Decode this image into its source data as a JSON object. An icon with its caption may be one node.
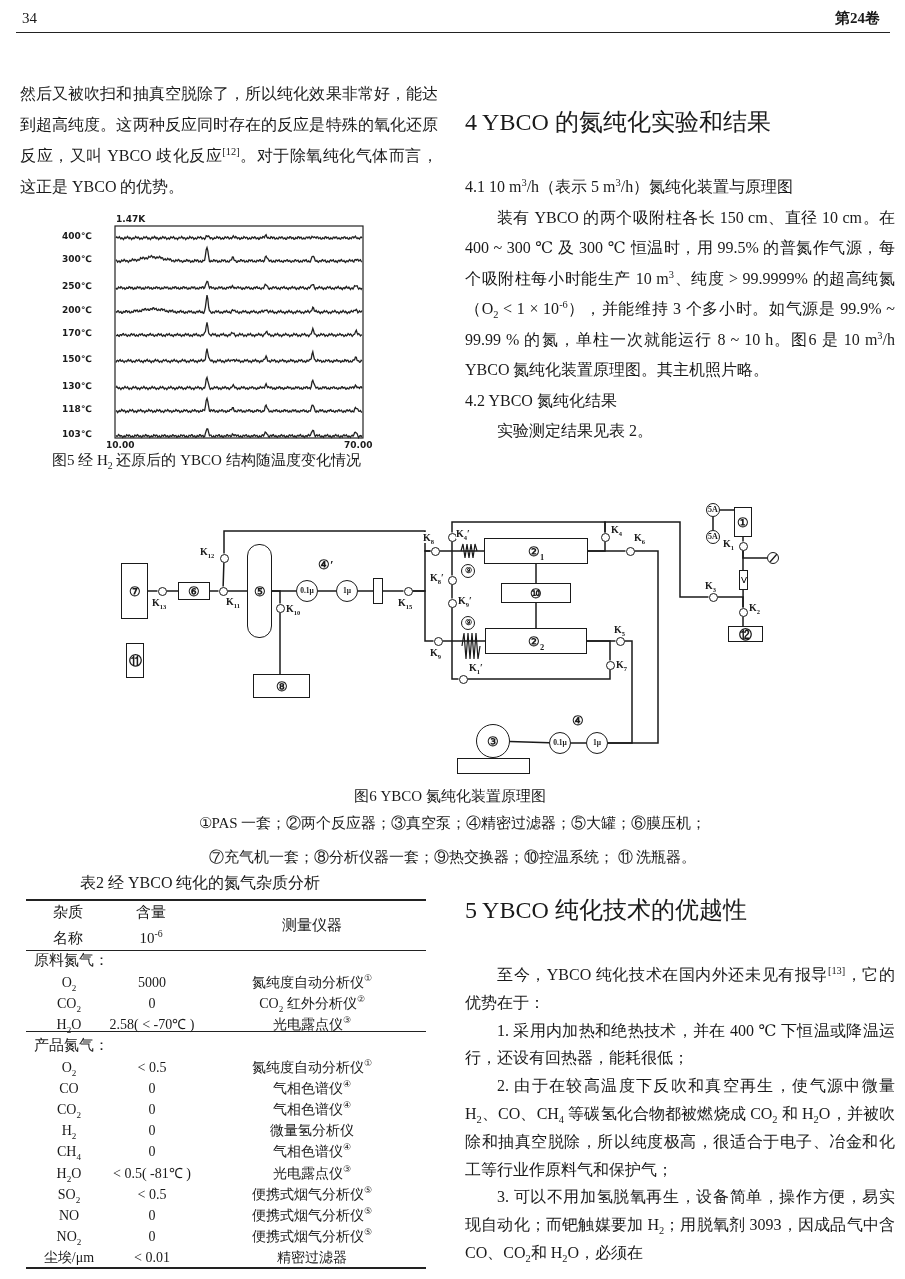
{
  "diagram": {
    "caption": "图6 YBCO 氮纯化装置原理图",
    "nodes": [
      {
        "text": [
          "⑦"
        ]
      },
      {
        "text": [],
        "shape": "circle",
        "beside": [
          "K$_{13}$"
        ]
      },
      {
        "text": [
          "⑥"
        ]
      },
      {
        "text": [],
        "shape": "circle",
        "beside": [
          "K$_{11}$"
        ]
      },
      {
        "text": [],
        "shape": "circle",
        "beside": [
          "K$_{12}$"
        ]
      },
      {
        "text": [
          "⑤"
        ]
      },
      {
        "text": [
          "0.1μ"
        ]
      },
      {
        "text": [
          "1μ"
        ]
      },
      {
        "text": [],
        "shape": "box"
      },
      {
        "text": [],
        "shape": "circle",
        "beside": [
          "K$_{15}$"
        ]
      },
      {
        "text": [],
        "shape": "circle",
        "beside": [
          "K$_{10}$"
        ]
      },
      {
        "text": [
          "⑧"
        ]
      },
      {
        "text": [
          "⑪"
        ]
      },
      {
        "text": [],
        "shape": "circle",
        "beside": [
          "K$_{8}$"
        ]
      },
      {
        "text": [],
        "shape": "circle",
        "beside": [
          "K$_{8}$′"
        ]
      },
      {
        "text": [],
        "shape": "circle",
        "beside": [
          "K$_{9}$"
        ]
      },
      {
        "text": [],
        "shape": "circle",
        "beside": [
          "K$_{4}$′"
        ]
      },
      {
        "text": [
          "⑨"
        ]
      },
      {
        "text": [
          "②$_{1}$"
        ]
      },
      {
        "text": [
          "⑩"
        ]
      },
      {
        "text": [],
        "shape": "circle",
        "beside": [
          "K$_{9}$′"
        ]
      },
      {
        "text": [
          "⑨"
        ]
      },
      {
        "text": [
          "②$_{2}$"
        ]
      },
      {
        "text": [],
        "shape": "circle",
        "beside": [
          "K$_{1}$′"
        ]
      },
      {
        "text": [],
        "shape": "circle",
        "beside": [
          "K$_{4}$"
        ]
      },
      {
        "text": [],
        "shape": "circle",
        "beside": [
          "K$_{6}$"
        ]
      },
      {
        "text": [],
        "shape": "circle",
        "beside": [
          "K$_{5}$"
        ]
      },
      {
        "text": [],
        "shape": "circle",
        "beside": [
          "K$_{7}$"
        ]
      },
      {
        "text": [
          "5A"
        ]
      },
      {
        "text": [
          "5A"
        ]
      },
      {
        "text": [
          "①"
        ]
      },
      {
        "text": [],
        "shape": "circle",
        "beside": [
          "K$_{1}$"
        ]
      },
      {
        "text": [],
        "shape": "circle"
      },
      {
        "text": [],
        "shape": "box"
      },
      {
        "text": [],
        "shape": "circle",
        "beside": [
          "K$_{3}$"
        ]
      },
      {
        "text": [],
        "shape": "circle",
        "beside": [
          "K$_{2}$"
        ]
      },
      {
        "text": [
          "⑫"
        ]
      },
      {
        "text": [
          "③"
        ]
      },
      {
        "text": [
          "0.1μ"
        ]
      },
      {
        "text": [
          "1μ"
        ]
      },
      {
        "text": [],
        "shape": "box"
      }
    ],
    "edges": [
      {
        "from": 0,
        "to": 1,
        "arrow": "none"
      },
      {
        "from": 1,
        "to": 2,
        "arrow": "none"
      },
      {
        "from": 2,
        "to": 3,
        "arrow": "none"
      },
      {
        "from": 3,
        "to": 5,
        "arrow": "none"
      },
      {
        "from": 3,
        "to": 4,
        "arrow": "none"
      },
      {
        "from": 4,
        "to": 13,
        "arrow": "none"
      },
      {
        "from": 5,
        "to": 6,
        "arrow": "none"
      },
      {
        "from": 6,
        "to": 7,
        "arrow": "none"
      },
      {
        "from": 7,
        "to": 8,
        "arrow": "none"
      },
      {
        "from": 8,
        "to": 9,
        "arrow": "none"
      },
      {
        "from": 9,
        "to": 13,
        "arrow": "none"
      },
      {
        "from": 9,
        "to": 15,
        "arrow": "none"
      },
      {
        "from": 5,
        "to": 10,
        "arrow": "none"
      },
      {
        "from": 10,
        "to": 11,
        "arrow": "none"
      },
      {
        "from": 13,
        "to": 18,
        "arrow": "none"
      },
      {
        "from": 15,
        "to": 22,
        "arrow": "none"
      },
      {
        "from": 18,
        "to": 19,
        "arrow": "none"
      },
      {
        "from": 19,
        "to": 22,
        "arrow": "none"
      },
      {
        "from": 18,
        "to": 25,
        "arrow": "none"
      },
      {
        "from": 24,
        "to": 18,
        "arrow": "none"
      },
      {
        "from": 16,
        "to": 24,
        "arrow": "none"
      },
      {
        "from": 24,
        "to": 34,
        "arrow": "none"
      },
      {
        "from": 34,
        "to": 35,
        "arrow": "none"
      },
      {
        "from": 33,
        "to": 35,
        "arrow": "none"
      },
      {
        "from": 30,
        "to": 31,
        "arrow": "none"
      },
      {
        "from": 31,
        "to": 33,
        "arrow": "none"
      },
      {
        "from": 31,
        "to": 32,
        "arrow": "none"
      },
      {
        "from": 28,
        "to": 30,
        "arrow": "none"
      },
      {
        "from": 29,
        "to": 28,
        "arrow": "none"
      },
      {
        "from": 35,
        "to": 36,
        "arrow": "none"
      },
      {
        "from": 37,
        "to": 38,
        "arrow": "none"
      },
      {
        "from": 38,
        "to": 39,
        "arrow": "none"
      },
      {
        "from": 39,
        "to": 25,
        "arrow": "none"
      },
      {
        "from": 39,
        "to": 26,
        "arrow": "none"
      },
      {
        "from": 22,
        "to": 26,
        "arrow": "none"
      },
      {
        "from": 22,
        "to": 27,
        "arrow": "none"
      },
      {
        "from": 27,
        "to": 23,
        "arrow": "none"
      },
      {
        "from": 16,
        "to": 14,
        "arrow": "none"
      },
      {
        "from": 14,
        "to": 20,
        "arrow": "none"
      },
      {
        "from": 20,
        "to": 23,
        "arrow": "none"
      }
    ],
    "labels": [
      "34",
      "第24卷",
      "然后又被吹扫和抽真空脱除了，所以纯化效果非常好，能达到超高纯度。这两种反应同时存在的反应是特殊的氧化还原反应，又叫 YBCO 歧化反应$^{[12]}$。对于除氧纯化气体而言，这正是 YBCO 的优势。",
      "1.47K",
      "400℃",
      "300℃",
      "250℃",
      "200℃",
      "170℃",
      "150℃",
      "130℃",
      "118℃",
      "103℃",
      "10.00",
      "70.00",
      "图5 经 H$_{2}$ 还原后的 YBCO 结构随温度变化情况",
      "4 YBCO 的氮纯化实验和结果",
      "4.1 10 m$^{3}$/h（表示 5 m$^{3}$/h）氮纯化装置与原理图",
      "装有 YBCO 的两个吸附柱各长 150 cm、直径 10 cm。在 400 ~ 300 ℃ 及 300 ℃ 恒温时，用 99.5% 的普氮作气源，每个吸附柱每小时能生产 10 m$^{3}$、纯度 > 99.9999% 的超高纯氮（O$_{2}$ < 1 × 10$^{-6}$），并能维持 3 个多小时。如气源是 99.9% ~ 99.99 % 的氮，单柱一次就能运行 8 ~ 10 h。图6 是 10 m$^{3}$/h YBCO 氮纯化装置原理图。其主机照片略。",
      "4.2 YBCO 氮纯化结果",
      "实验测定结果见表 2。",
      "④′",
      "④",
      "①PAS 一套；②两个反应器；③真空泵；④精密过滤器；⑤大罐；⑥膜压机；",
      "⑦充气机一套；⑧分析仪器一套；⑨热交换器；⑩控温系统； ⑪ 洗瓶器。",
      "表2 经 YBCO 纯化的氮气杂质分析",
      "杂质名称",
      "含量 10$^{-6}$",
      "测量仪器",
      "原料氮气：",
      "O$_{2}$",
      "5000",
      "氮纯度自动分析仪$^{①}$",
      "CO$_{2}$",
      "0",
      "CO$_{2}$ 红外分析仪$^{②}$",
      "H$_{2}$O",
      "2.58( < -70℃ )",
      "光电露点仪$^{③}$",
      "产品氮气：",
      "O$_{2}$",
      "< 0.5",
      "氮纯度自动分析仪$^{①}$",
      "CO",
      "0",
      "气相色谱仪$^{④}$",
      "CO$_{2}$",
      "0",
      "气相色谱仪$^{④}$",
      "H$_{2}$",
      "0",
      "微量氢分析仪",
      "CH$_{4}$",
      "0",
      "气相色谱仪$^{④}$",
      "H$_{2}$O",
      "< 0.5( -81℃ )",
      "光电露点仪$^{③}$",
      "SO$_{2}$",
      "< 0.5",
      "便携式烟气分析仪$^{⑤}$",
      "NO",
      "0",
      "便携式烟气分析仪$^{⑤}$",
      "NO$_{2}$",
      "0",
      "便携式烟气分析仪$^{⑤}$",
      "尘埃/μm",
      "< 0.01",
      "精密过滤器",
      "5 YBCO 纯化技术的优越性",
      "至今，YBCO 纯化技术在国内外还未见有报导$^{[13]}$，它的优势在于：",
      "1. 采用内加热和绝热技术，并在 400 ℃ 下恒温或降温运行，还设有回热器，能耗很低；",
      "2. 由于在较高温度下反吹和真空再生，使气源中微量 H$_{2}$、CO、CH$_{4}$ 等碳氢化合物都被燃烧成 CO$_{2}$ 和 H$_{2}$O，并被吹除和抽真空脱除，所以纯度极高，很适合于电子、冶金和化工等行业作原料气和保护气；",
      "3. 可以不用加氢脱氧再生，设备简单，操作方便，易实现自动化；而钯触媒要加 H$_{2}$；用脱氧剂 3093，因成品气中含 CO、CO$_{2}$和 H$_{2}$O，必须在"
    ]
  }
}
